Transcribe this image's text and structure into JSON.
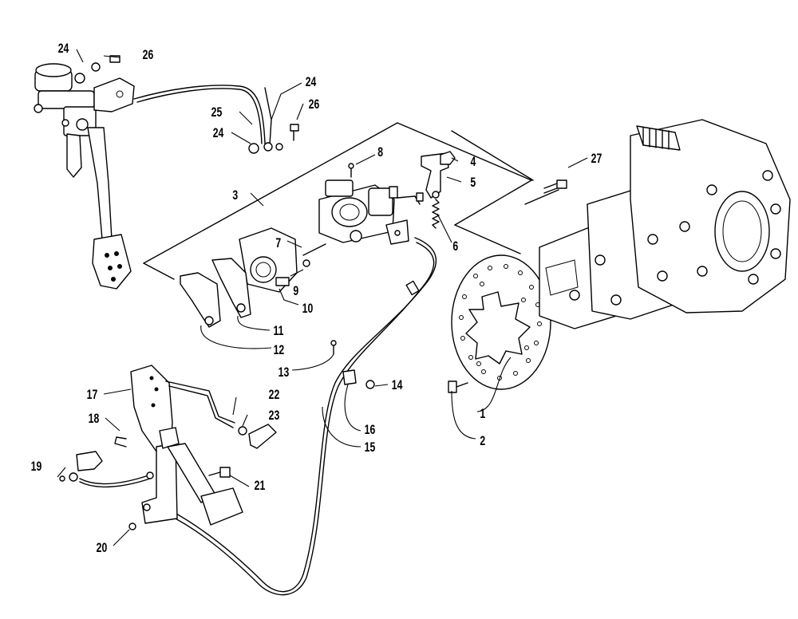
{
  "callouts": [
    {
      "id": "c1",
      "text": "1"
    },
    {
      "id": "c2",
      "text": "2"
    },
    {
      "id": "c3",
      "text": "3"
    },
    {
      "id": "c4",
      "text": "4"
    },
    {
      "id": "c5",
      "text": "5"
    },
    {
      "id": "c6",
      "text": "6"
    },
    {
      "id": "c7",
      "text": "7"
    },
    {
      "id": "c8",
      "text": "8"
    },
    {
      "id": "c9",
      "text": "9"
    },
    {
      "id": "c10",
      "text": "10"
    },
    {
      "id": "c11",
      "text": "11"
    },
    {
      "id": "c12",
      "text": "12"
    },
    {
      "id": "c13",
      "text": "13"
    },
    {
      "id": "c14",
      "text": "14"
    },
    {
      "id": "c15",
      "text": "15"
    },
    {
      "id": "c16",
      "text": "16"
    },
    {
      "id": "c17",
      "text": "17"
    },
    {
      "id": "c18",
      "text": "18"
    },
    {
      "id": "c19",
      "text": "19"
    },
    {
      "id": "c20",
      "text": "20"
    },
    {
      "id": "c21",
      "text": "21"
    },
    {
      "id": "c22",
      "text": "22"
    },
    {
      "id": "c23",
      "text": "23"
    },
    {
      "id": "c24a",
      "text": "24"
    },
    {
      "id": "c24b",
      "text": "24"
    },
    {
      "id": "c24c",
      "text": "24"
    },
    {
      "id": "c25",
      "text": "25"
    },
    {
      "id": "c26a",
      "text": "26"
    },
    {
      "id": "c26b",
      "text": "26"
    },
    {
      "id": "c27",
      "text": "27"
    }
  ]
}
